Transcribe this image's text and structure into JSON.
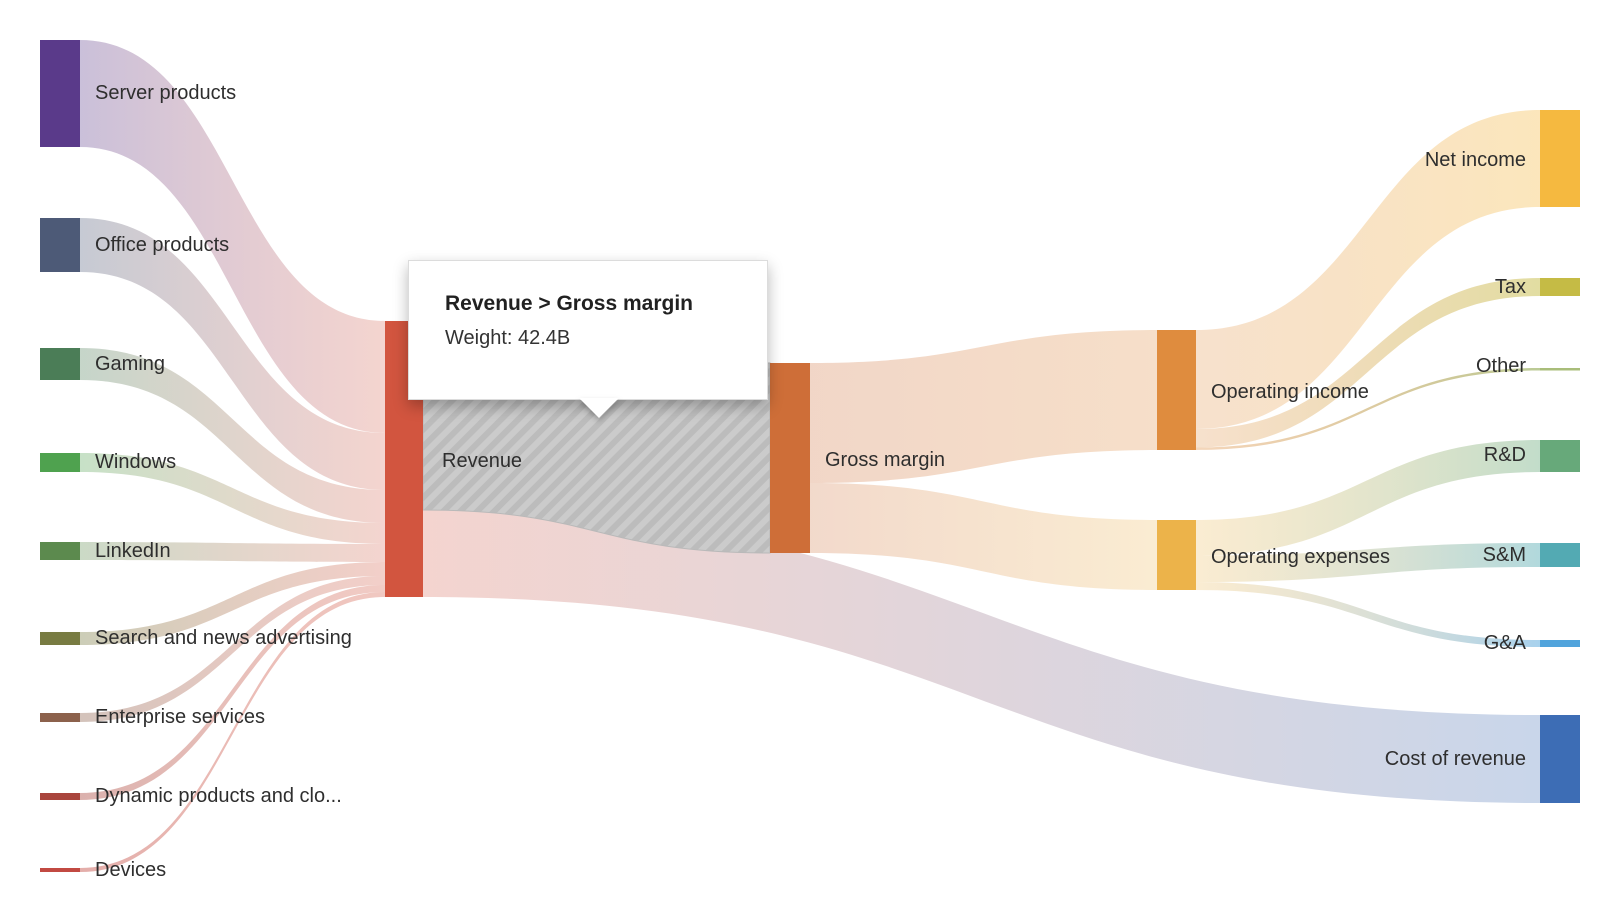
{
  "tooltip": {
    "title": "Revenue > Gross margin",
    "weight": "Weight: 42.4B"
  },
  "chart_data": {
    "type": "sankey",
    "value_suffix": "B",
    "highlight": {
      "hatch_base": "#cbcbcb",
      "hatch_stripe": "#bcbcbc",
      "highlighted_link": {
        "source": "Revenue",
        "target": "Gross margin",
        "weight_label": "42.4B"
      }
    },
    "nodes": [
      {
        "id": "server-products",
        "label": "Server products",
        "color": "#5a3a8a"
      },
      {
        "id": "office-products",
        "label": "Office products",
        "color": "#4d5a77"
      },
      {
        "id": "gaming",
        "label": "Gaming",
        "color": "#4b7d57"
      },
      {
        "id": "windows",
        "label": "Windows",
        "color": "#4fa24f"
      },
      {
        "id": "linkedin",
        "label": "LinkedIn",
        "color": "#5c8a4e"
      },
      {
        "id": "search-advertising",
        "label": "Search and news advertising",
        "color": "#787b42"
      },
      {
        "id": "enterprise-services",
        "label": "Enterprise services",
        "color": "#8c614c"
      },
      {
        "id": "dynamic-products",
        "label": "Dynamic products and clo...",
        "color": "#a9453c"
      },
      {
        "id": "devices",
        "label": "Devices",
        "color": "#c24a42"
      },
      {
        "id": "revenue",
        "label": "Revenue",
        "color": "#d2553f"
      },
      {
        "id": "gross-margin",
        "label": "Gross margin",
        "color": "#ce6e38"
      },
      {
        "id": "operating-income",
        "label": "Operating income",
        "color": "#df8c3e"
      },
      {
        "id": "operating-expenses",
        "label": "Operating expenses",
        "color": "#ecb34a"
      },
      {
        "id": "net-income",
        "label": "Net income",
        "color": "#f5b940"
      },
      {
        "id": "tax",
        "label": "Tax",
        "color": "#c5bb45"
      },
      {
        "id": "other",
        "label": "Other",
        "color": "#a9bd7a"
      },
      {
        "id": "rnd",
        "label": "R&D",
        "color": "#67a97a"
      },
      {
        "id": "snm",
        "label": "S&M",
        "color": "#53aab3"
      },
      {
        "id": "gna",
        "label": "G&A",
        "color": "#51a4dc"
      },
      {
        "id": "cost-of-revenue",
        "label": "Cost of revenue",
        "color": "#3d6db5"
      }
    ],
    "links": [
      {
        "source": "Server products",
        "target": "Revenue",
        "value": 24.1
      },
      {
        "source": "Office products",
        "target": "Revenue",
        "value": 12.2
      },
      {
        "source": "Gaming",
        "target": "Revenue",
        "value": 7.2
      },
      {
        "source": "Windows",
        "target": "Revenue",
        "value": 4.5
      },
      {
        "source": "LinkedIn",
        "target": "Revenue",
        "value": 3.8
      },
      {
        "source": "Search and news advertising",
        "target": "Revenue",
        "value": 2.9
      },
      {
        "source": "Enterprise services",
        "target": "Revenue",
        "value": 2.0
      },
      {
        "source": "Dynamic products and clo...",
        "target": "Revenue",
        "value": 1.6
      },
      {
        "source": "Devices",
        "target": "Revenue",
        "value": 0.9
      },
      {
        "source": "Revenue",
        "target": "Gross margin",
        "value": 42.4,
        "highlighted": true
      },
      {
        "source": "Revenue",
        "target": "Cost of revenue",
        "value": 19.6
      },
      {
        "source": "Gross margin",
        "target": "Operating income",
        "value": 27.0
      },
      {
        "source": "Gross margin",
        "target": "Operating expenses",
        "value": 15.4
      },
      {
        "source": "Operating income",
        "target": "Net income",
        "value": 21.9
      },
      {
        "source": "Operating income",
        "target": "Tax",
        "value": 4.1
      },
      {
        "source": "Operating income",
        "target": "Other",
        "value": 0.4
      },
      {
        "source": "Operating expenses",
        "target": "R&D",
        "value": 7.2
      },
      {
        "source": "Operating expenses",
        "target": "S&M",
        "value": 5.4
      },
      {
        "source": "Operating expenses",
        "target": "G&A",
        "value": 1.6
      }
    ]
  }
}
